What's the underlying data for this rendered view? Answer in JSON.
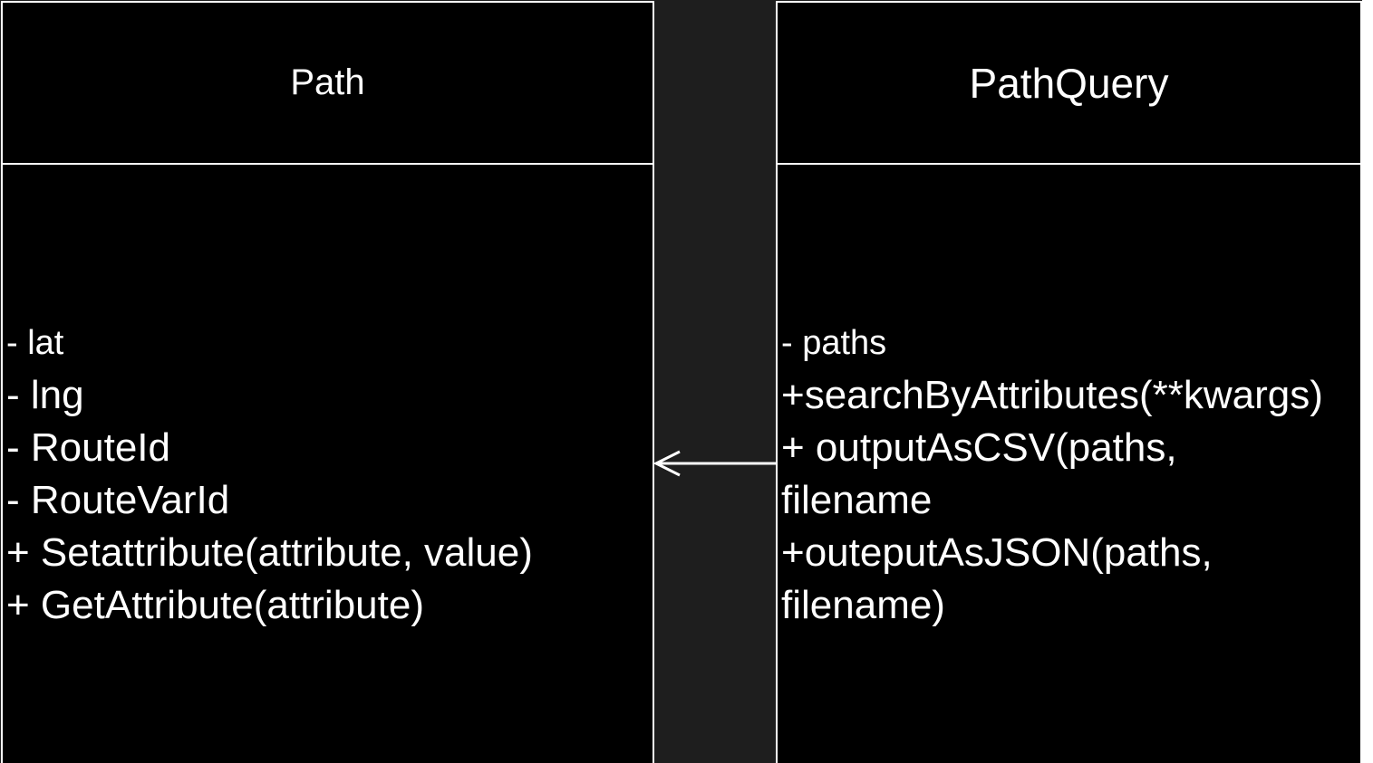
{
  "diagram": {
    "classes": [
      {
        "name": "Path",
        "members": [
          "- lat",
          "- lng",
          "- RouteId",
          "- RouteVarId",
          "+ Setattribute(attribute, value)",
          "+ GetAttribute(attribute)"
        ]
      },
      {
        "name": "PathQuery",
        "members": [
          "- paths",
          "+searchByAttributes(**kwargs)",
          "+ outputAsCSV(paths,",
          "filename",
          "+outeputAsJSON(paths,",
          "filename)"
        ]
      }
    ],
    "relation": {
      "from": "PathQuery",
      "to": "Path",
      "type": "arrow"
    }
  },
  "colors": {
    "background": "#1e1e1e",
    "box_fill": "#000000",
    "stroke": "#ffffff",
    "text": "#ffffff"
  }
}
